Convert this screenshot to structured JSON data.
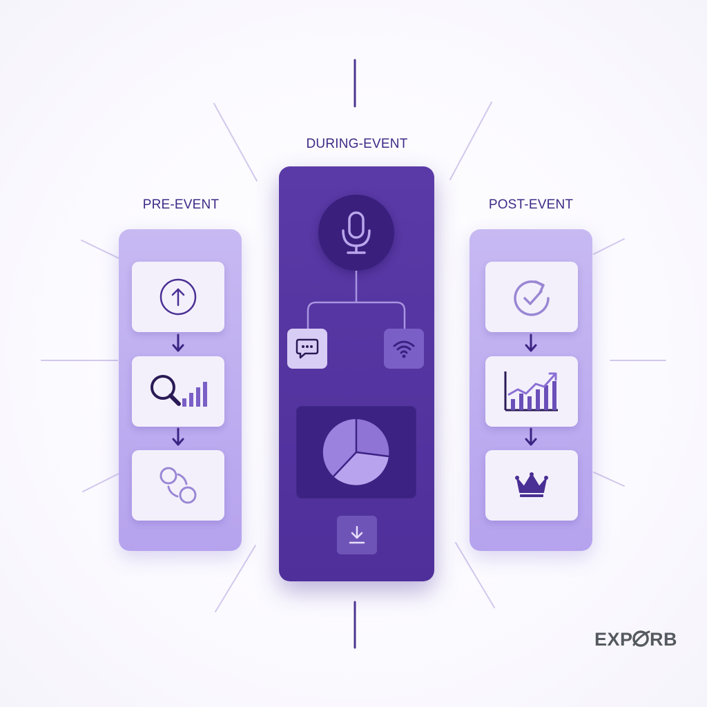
{
  "phases": {
    "pre": {
      "label": "PRE-EVENT",
      "icons": [
        "upload-circle-icon",
        "search-analytics-icon",
        "connect-circles-icon"
      ]
    },
    "during": {
      "label": "DURING-EVENT",
      "icons": [
        "microphone-icon",
        "chat-icon",
        "wifi-icon",
        "pie-chart-icon",
        "download-icon"
      ]
    },
    "post": {
      "label": "POST-EVENT",
      "icons": [
        "refresh-check-icon",
        "growth-chart-icon",
        "crown-icon"
      ]
    }
  },
  "brand": {
    "logo_text": "EXPORB"
  },
  "colors": {
    "deep_purple": "#4f2f9a",
    "dark_purple": "#3a1f7d",
    "light_purple": "#c2b2f0",
    "label_text": "#3e2a86",
    "card_bg": "#f3f0fb"
  }
}
